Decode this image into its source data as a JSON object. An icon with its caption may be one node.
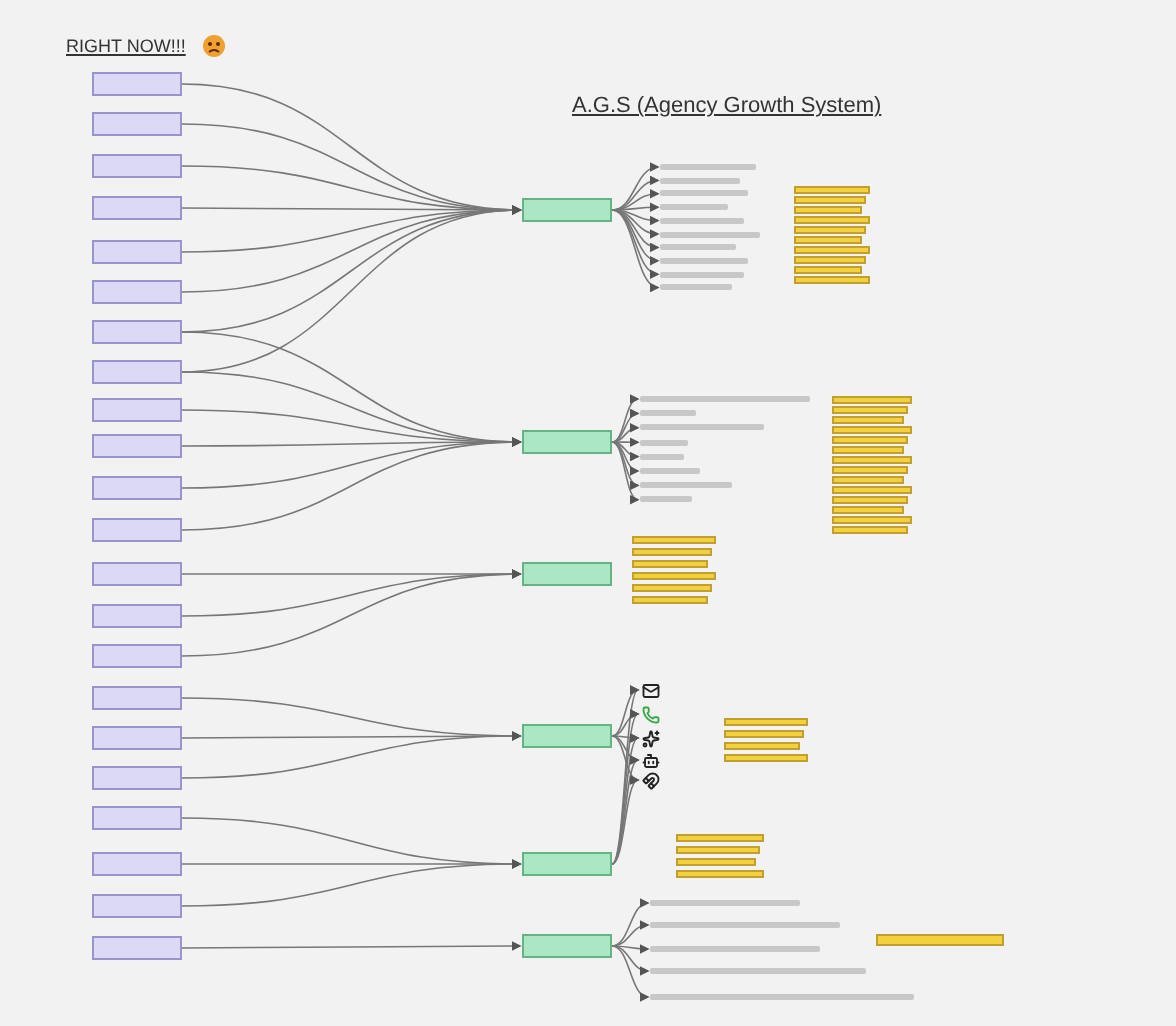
{
  "diagram": {
    "title": "A.G.S (Agency Growth System)",
    "nodes": [
      {
        "text": [],
        "shape": "box"
      },
      {
        "text": [],
        "shape": "box"
      },
      {
        "text": [],
        "shape": "box"
      },
      {
        "text": [],
        "shape": "box"
      },
      {
        "text": [],
        "shape": "box"
      },
      {
        "text": [],
        "shape": "box"
      },
      {
        "text": [],
        "shape": "box"
      },
      {
        "text": [],
        "shape": "box"
      },
      {
        "text": [],
        "shape": "box"
      },
      {
        "text": [],
        "shape": "box"
      },
      {
        "text": [],
        "shape": "box"
      },
      {
        "text": [],
        "shape": "box"
      },
      {
        "text": [],
        "shape": "box"
      },
      {
        "text": [],
        "shape": "box"
      },
      {
        "text": [],
        "shape": "box"
      },
      {
        "text": [],
        "shape": "box"
      },
      {
        "text": [],
        "shape": "box"
      },
      {
        "text": [],
        "shape": "box"
      },
      {
        "text": [],
        "shape": "box"
      },
      {
        "text": [],
        "shape": "box"
      },
      {
        "text": [],
        "shape": "box"
      },
      {
        "text": [],
        "shape": "box"
      },
      {
        "text": [],
        "shape": "box"
      },
      {
        "text": [],
        "shape": "box"
      },
      {
        "text": [],
        "shape": "box"
      },
      {
        "text": [],
        "shape": "box"
      },
      {
        "text": [],
        "shape": "box"
      },
      {
        "text": [],
        "shape": "box"
      },
      {
        "text": [],
        "shape": "box"
      },
      {
        "text": [],
        "shape": "box"
      },
      {
        "text": [],
        "shape": "box"
      },
      {
        "text": [],
        "shape": "box"
      },
      {
        "text": [],
        "shape": "box"
      },
      {
        "text": [],
        "shape": "box"
      },
      {
        "text": [],
        "shape": "box"
      },
      {
        "text": [],
        "shape": "box"
      },
      {
        "text": [],
        "shape": "box"
      },
      {
        "text": [],
        "shape": "box"
      },
      {
        "text": [],
        "shape": "box"
      },
      {
        "text": [],
        "shape": "box"
      },
      {
        "text": [],
        "shape": "box"
      },
      {
        "text": [],
        "shape": "box"
      },
      {
        "text": [],
        "shape": "box"
      },
      {
        "text": [],
        "shape": "box"
      },
      {
        "text": [],
        "shape": "box"
      },
      {
        "text": [],
        "shape": "box"
      },
      {
        "text": [],
        "shape": "picture"
      },
      {
        "text": [],
        "shape": "picture"
      },
      {
        "text": [],
        "shape": "picture"
      },
      {
        "text": [],
        "shape": "picture"
      },
      {
        "text": [],
        "shape": "picture"
      },
      {
        "text": [],
        "shape": "box"
      },
      {
        "text": [],
        "shape": "box"
      },
      {
        "text": [],
        "shape": "box"
      },
      {
        "text": [],
        "shape": "box"
      },
      {
        "text": [],
        "shape": "box"
      },
      {
        "text": [],
        "shape": "bar"
      },
      {
        "text": [],
        "shape": "bar"
      },
      {
        "text": [],
        "shape": "bar"
      },
      {
        "text": [],
        "shape": "bar"
      },
      {
        "text": [],
        "shape": "bar"
      },
      {
        "text": [],
        "shape": "bar"
      },
      {
        "text": [],
        "shape": "bar"
      },
      {
        "text": [],
        "shape": "bar"
      },
      {
        "text": [],
        "shape": "bar"
      },
      {
        "text": [],
        "shape": "bar"
      },
      {
        "text": [],
        "shape": "bar"
      },
      {
        "text": [],
        "shape": "bar"
      },
      {
        "text": [],
        "shape": "bar"
      },
      {
        "text": [],
        "shape": "bar"
      },
      {
        "text": [],
        "shape": "bar"
      },
      {
        "text": [],
        "shape": "bar"
      },
      {
        "text": [],
        "shape": "bar"
      },
      {
        "text": [],
        "shape": "bar"
      },
      {
        "text": [],
        "shape": "bar"
      },
      {
        "text": [],
        "shape": "bar"
      },
      {
        "text": [],
        "shape": "bar"
      },
      {
        "text": [],
        "shape": "bar"
      },
      {
        "text": [],
        "shape": "bar"
      },
      {
        "text": [],
        "shape": "bar"
      },
      {
        "text": [],
        "shape": "bar"
      },
      {
        "text": [],
        "shape": "bar"
      },
      {
        "text": [],
        "shape": "bar"
      },
      {
        "text": [],
        "shape": "bar"
      },
      {
        "text": [],
        "shape": "bar"
      },
      {
        "text": [],
        "shape": "bar"
      },
      {
        "text": [],
        "shape": "bar"
      },
      {
        "text": [],
        "shape": "bar"
      },
      {
        "text": [],
        "shape": "bar"
      },
      {
        "text": [],
        "shape": "bar"
      },
      {
        "text": [],
        "shape": "bar"
      },
      {
        "text": [],
        "shape": "bar"
      },
      {
        "text": [],
        "shape": "bar"
      },
      {
        "text": [],
        "shape": "bar"
      },
      {
        "text": [],
        "shape": "bar"
      }
    ],
    "edges": [
      {
        "from": 0,
        "to": 22,
        "arrow": "to"
      },
      {
        "from": 1,
        "to": 22,
        "arrow": "to"
      },
      {
        "from": 2,
        "to": 22,
        "arrow": "to"
      },
      {
        "from": 3,
        "to": 22,
        "arrow": "to"
      },
      {
        "from": 4,
        "to": 22,
        "arrow": "to"
      },
      {
        "from": 5,
        "to": 22,
        "arrow": "to"
      },
      {
        "from": 6,
        "to": 22,
        "arrow": "to"
      },
      {
        "from": 7,
        "to": 22,
        "arrow": "to"
      },
      {
        "from": 6,
        "to": 23,
        "arrow": "to"
      },
      {
        "from": 7,
        "to": 23,
        "arrow": "to"
      },
      {
        "from": 8,
        "to": 23,
        "arrow": "to"
      },
      {
        "from": 9,
        "to": 23,
        "arrow": "to"
      },
      {
        "from": 10,
        "to": 23,
        "arrow": "to"
      },
      {
        "from": 11,
        "to": 23,
        "arrow": "to"
      },
      {
        "from": 12,
        "to": 24,
        "arrow": "to"
      },
      {
        "from": 13,
        "to": 24,
        "arrow": "to"
      },
      {
        "from": 14,
        "to": 24,
        "arrow": "to"
      },
      {
        "from": 15,
        "to": 25,
        "arrow": "to"
      },
      {
        "from": 16,
        "to": 25,
        "arrow": "to"
      },
      {
        "from": 17,
        "to": 25,
        "arrow": "to"
      },
      {
        "from": 18,
        "to": 26,
        "arrow": "to"
      },
      {
        "from": 19,
        "to": 26,
        "arrow": "to"
      },
      {
        "from": 20,
        "to": 26,
        "arrow": "to"
      },
      {
        "from": 21,
        "to": 27,
        "arrow": "to"
      },
      {
        "from": 22,
        "to": 28,
        "arrow": "to"
      },
      {
        "from": 22,
        "to": 29,
        "arrow": "to"
      },
      {
        "from": 22,
        "to": 30,
        "arrow": "to"
      },
      {
        "from": 22,
        "to": 31,
        "arrow": "to"
      },
      {
        "from": 22,
        "to": 32,
        "arrow": "to"
      },
      {
        "from": 22,
        "to": 33,
        "arrow": "to"
      },
      {
        "from": 22,
        "to": 34,
        "arrow": "to"
      },
      {
        "from": 22,
        "to": 35,
        "arrow": "to"
      },
      {
        "from": 22,
        "to": 36,
        "arrow": "to"
      },
      {
        "from": 22,
        "to": 37,
        "arrow": "to"
      },
      {
        "from": 23,
        "to": 38,
        "arrow": "to"
      },
      {
        "from": 23,
        "to": 39,
        "arrow": "to"
      },
      {
        "from": 23,
        "to": 40,
        "arrow": "to"
      },
      {
        "from": 23,
        "to": 41,
        "arrow": "to"
      },
      {
        "from": 23,
        "to": 42,
        "arrow": "to"
      },
      {
        "from": 23,
        "to": 43,
        "arrow": "to"
      },
      {
        "from": 23,
        "to": 44,
        "arrow": "to"
      },
      {
        "from": 23,
        "to": 45,
        "arrow": "to"
      },
      {
        "from": 25,
        "to": 46,
        "arrow": "to"
      },
      {
        "from": 25,
        "to": 47,
        "arrow": "to"
      },
      {
        "from": 25,
        "to": 48,
        "arrow": "to"
      },
      {
        "from": 25,
        "to": 49,
        "arrow": "to"
      },
      {
        "from": 25,
        "to": 50,
        "arrow": "to"
      },
      {
        "from": 26,
        "to": 46,
        "arrow": "to"
      },
      {
        "from": 26,
        "to": 47,
        "arrow": "to"
      },
      {
        "from": 26,
        "to": 48,
        "arrow": "to"
      },
      {
        "from": 26,
        "to": 49,
        "arrow": "to"
      },
      {
        "from": 26,
        "to": 50,
        "arrow": "to"
      },
      {
        "from": 27,
        "to": 51,
        "arrow": "to"
      },
      {
        "from": 27,
        "to": 52,
        "arrow": "to"
      },
      {
        "from": 27,
        "to": 53,
        "arrow": "to"
      },
      {
        "from": 27,
        "to": 54,
        "arrow": "to"
      },
      {
        "from": 27,
        "to": 55,
        "arrow": "to"
      }
    ],
    "labels": [
      "RIGHT NOW!!!"
    ]
  }
}
